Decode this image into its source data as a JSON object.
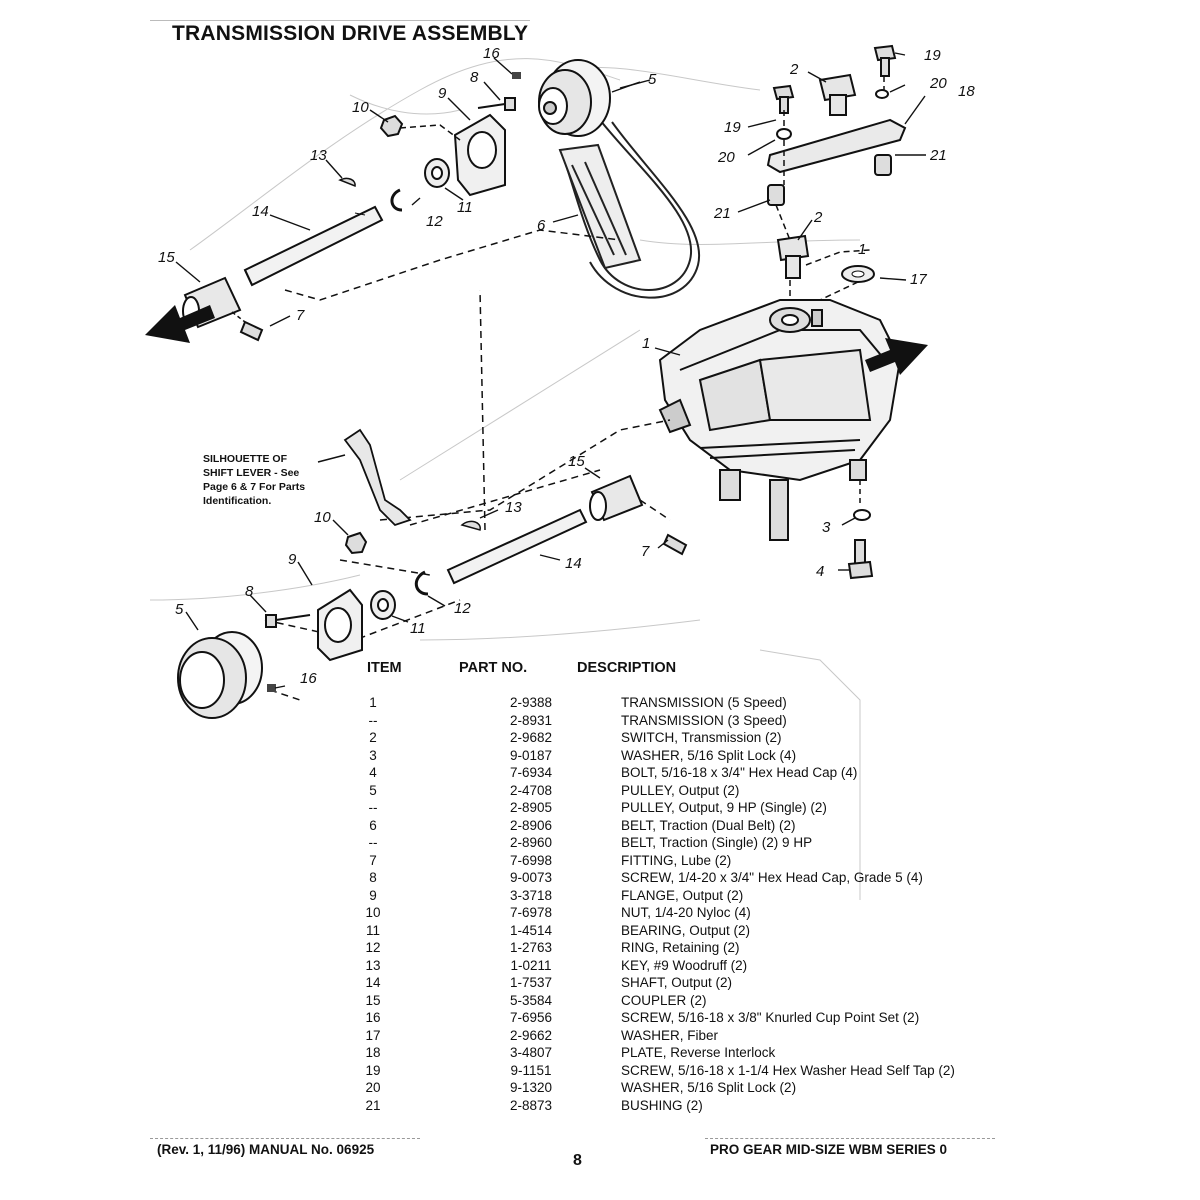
{
  "title": "TRANSMISSION DRIVE ASSEMBLY",
  "callouts": {
    "c1": "1",
    "c1b": "1",
    "c2a": "2",
    "c2b": "2",
    "c3": "3",
    "c4": "4",
    "c5a": "5",
    "c5b": "5",
    "c6": "6",
    "c7a": "7",
    "c7b": "7",
    "c8a": "8",
    "c8b": "8",
    "c9a": "9",
    "c9b": "9",
    "c10a": "10",
    "c10b": "10",
    "c11a": "11",
    "c11b": "11",
    "c12a": "12",
    "c12b": "12",
    "c13a": "13",
    "c13b": "13",
    "c14a": "14",
    "c14b": "14",
    "c15a": "15",
    "c15b": "15",
    "c16a": "16",
    "c16b": "16",
    "c17": "17",
    "c18": "18",
    "c19a": "19",
    "c19b": "19",
    "c20a": "20",
    "c20b": "20",
    "c21a": "21",
    "c21b": "21"
  },
  "silhouette_note": {
    "line1": "SILHOUETTE OF",
    "line2": "SHIFT LEVER - See",
    "line3": "Page 6 & 7 For Parts",
    "line4": "Identification."
  },
  "parts_table": {
    "headers": {
      "item": "ITEM",
      "part": "PART NO.",
      "desc": "DESCRIPTION"
    },
    "rows": [
      {
        "item": "1",
        "part": "2-9388",
        "desc": "TRANSMISSION (5 Speed)"
      },
      {
        "item": "--",
        "part": "2-8931",
        "desc": "TRANSMISSION (3 Speed)"
      },
      {
        "item": "2",
        "part": "2-9682",
        "desc": "SWITCH, Transmission (2)"
      },
      {
        "item": "3",
        "part": "9-0187",
        "desc": "WASHER, 5/16 Split Lock (4)"
      },
      {
        "item": "4",
        "part": "7-6934",
        "desc": "BOLT, 5/16-18 x 3/4\" Hex Head Cap (4)"
      },
      {
        "item": "5",
        "part": "2-4708",
        "desc": "PULLEY, Output (2)"
      },
      {
        "item": "--",
        "part": "2-8905",
        "desc": "PULLEY, Output, 9 HP (Single) (2)"
      },
      {
        "item": "6",
        "part": "2-8906",
        "desc": "BELT, Traction (Dual Belt) (2)"
      },
      {
        "item": "--",
        "part": "2-8960",
        "desc": "BELT, Traction (Single)  (2) 9 HP"
      },
      {
        "item": "7",
        "part": "7-6998",
        "desc": "FITTING, Lube (2)"
      },
      {
        "item": "8",
        "part": "9-0073",
        "desc": "SCREW, 1/4-20 x 3/4\" Hex Head Cap, Grade 5 (4)"
      },
      {
        "item": "9",
        "part": "3-3718",
        "desc": "FLANGE, Output (2)"
      },
      {
        "item": "10",
        "part": "7-6978",
        "desc": "NUT, 1/4-20 Nyloc (4)"
      },
      {
        "item": "11",
        "part": "1-4514",
        "desc": "BEARING, Output (2)"
      },
      {
        "item": "12",
        "part": "1-2763",
        "desc": "RING, Retaining (2)"
      },
      {
        "item": "13",
        "part": "1-0211",
        "desc": "KEY, #9 Woodruff (2)"
      },
      {
        "item": "14",
        "part": "1-7537",
        "desc": "SHAFT, Output (2)"
      },
      {
        "item": "15",
        "part": "5-3584",
        "desc": "COUPLER (2)"
      },
      {
        "item": "16",
        "part": "7-6956",
        "desc": "SCREW, 5/16-18 x 3/8\" Knurled Cup Point Set (2)"
      },
      {
        "item": "17",
        "part": "2-9662",
        "desc": "WASHER, Fiber"
      },
      {
        "item": "18",
        "part": "3-4807",
        "desc": "PLATE, Reverse Interlock"
      },
      {
        "item": "19",
        "part": "9-1151",
        "desc": "SCREW, 5/16-18 x 1-1/4 Hex Washer Head Self Tap (2)"
      },
      {
        "item": "20",
        "part": "9-1320",
        "desc": "WASHER, 5/16 Split Lock (2)"
      },
      {
        "item": "21",
        "part": "2-8873",
        "desc": "BUSHING (2)"
      }
    ]
  },
  "footer": {
    "left": "(Rev. 1, 11/96) MANUAL No. 06925",
    "right": "PRO GEAR MID-SIZE WBM SERIES 0",
    "page": "8"
  }
}
